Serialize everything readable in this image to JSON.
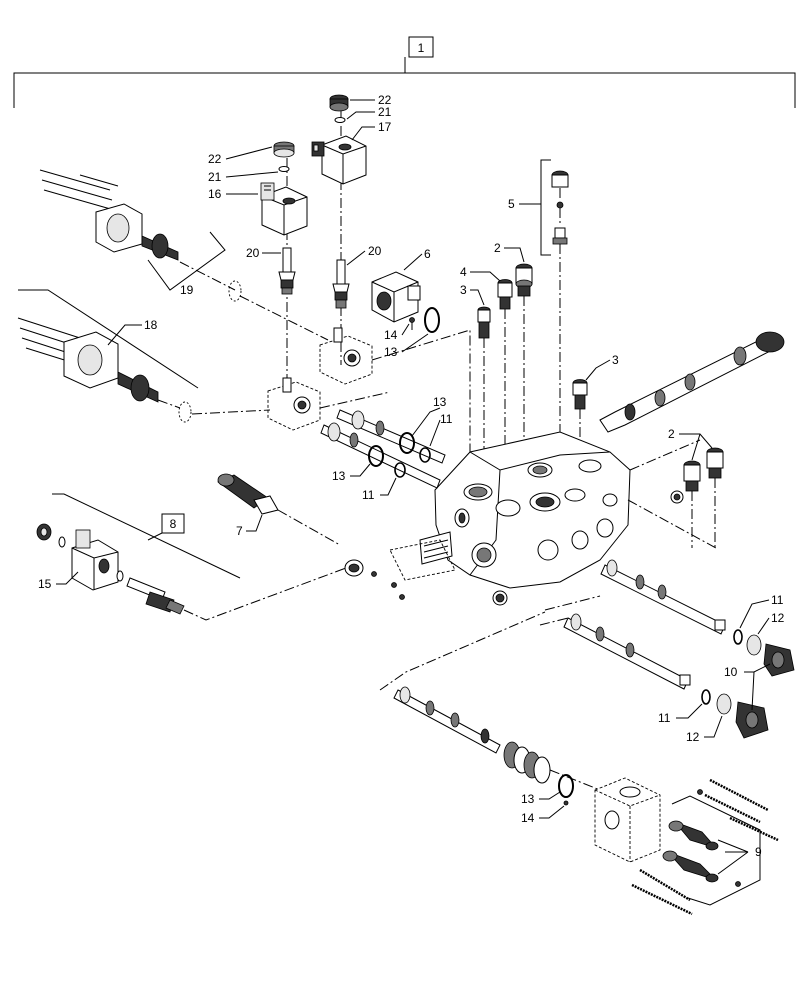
{
  "callouts": {
    "c1": "1",
    "c2a": "2",
    "c2b": "2",
    "c3a": "3",
    "c3b": "3",
    "c4": "4",
    "c5": "5",
    "c6": "6",
    "c7": "7",
    "c8": "8",
    "c9": "9",
    "c10": "10",
    "c11a": "11",
    "c11b": "11",
    "c11c": "11",
    "c11d": "11",
    "c12a": "12",
    "c12b": "12",
    "c13a": "13",
    "c13b": "13",
    "c13c": "13",
    "c13d": "13",
    "c14a": "14",
    "c14b": "14",
    "c15": "15",
    "c16": "16",
    "c17": "17",
    "c18": "18",
    "c19": "19",
    "c20a": "20",
    "c20b": "20",
    "c21a": "21",
    "c21b": "21",
    "c22a": "22",
    "c22b": "22"
  }
}
